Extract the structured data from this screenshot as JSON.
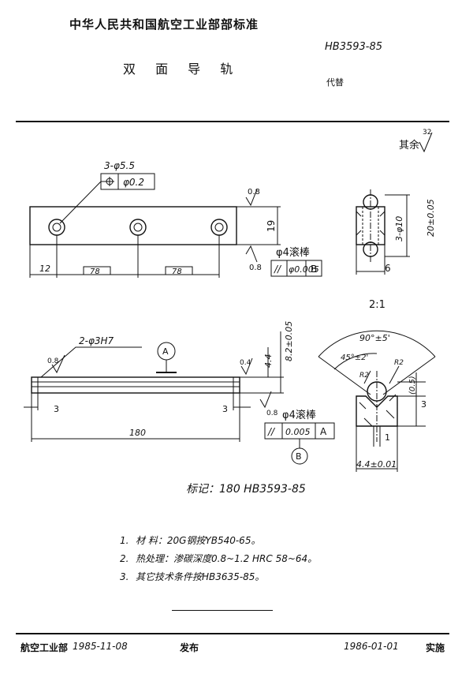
{
  "header": {
    "organization": "中华人民共和国航空工业部部标准",
    "standard_code": "HB3593-85",
    "title": "双 面 导 轨",
    "replaces": "代替"
  },
  "drawing": {
    "surface_finish_other": "其余",
    "surface_finish_value": "32",
    "top_view": {
      "hole_callout": "3-φ5.5",
      "position_tol": "φ0.2",
      "roughness": "0.8",
      "height": "19",
      "dim_edge": "12",
      "dim_pitch_1": "78",
      "dim_pitch_2": "78"
    },
    "side_top": {
      "pin_hole": "3-φ10",
      "height": "20±0.05",
      "width": "6",
      "scale": "2:1"
    },
    "rod_label": "φ4滚棒",
    "parallelism_1": {
      "symbol": "//",
      "value": "φ0.005",
      "datum": "B"
    },
    "front_view": {
      "holes": "2-φ3H7",
      "datum_a": "A",
      "datum_b": "B",
      "roughness_left": "0.8",
      "roughness_right": "0.4",
      "dim_4_4": "4.4",
      "dim_8_2": "8.2±0.05",
      "dim_3_left": "3",
      "dim_3_right": "3",
      "length": "180",
      "roughness_bottom": "0.8"
    },
    "parallelism_2": {
      "symbol": "//",
      "value": "0.005",
      "datum": "A"
    },
    "section": {
      "angle": "90°±5'",
      "angle_half": "45°±2'",
      "r_left": "R2",
      "r_right": "R2",
      "dim_0_5": "(0.5)",
      "dim_3": "3",
      "dim_1": "1",
      "dim_width": "4.4±0.01"
    }
  },
  "marking": "标记：180  HB3593-85",
  "notes": [
    {
      "num": "1.",
      "text": "材  料：20G钢按YB540-65。"
    },
    {
      "num": "2.",
      "text": "热处理：渗碳深度0.8~1.2 HRC 58~64。"
    },
    {
      "num": "3.",
      "text": "其它技术条件按HB3635-85。"
    }
  ],
  "footer": {
    "issuer": "航空工业部",
    "issue_date": "1985-11-08",
    "issued": "发布",
    "effective_date": "1986-01-01",
    "effective": "实施"
  }
}
